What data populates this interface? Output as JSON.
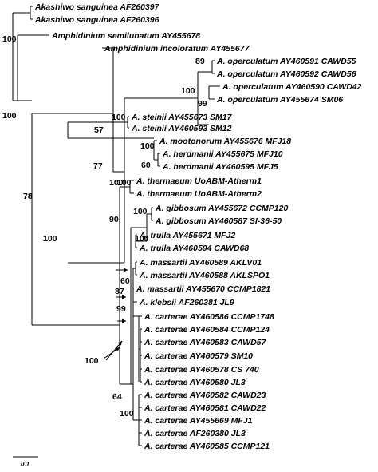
{
  "taxa": [
    "Akashiwo sanguinea AF260397",
    "Akashiwo sanguinea AF260396",
    "Amphidinium semilunatum AY455678",
    "Amphidinium incoloratum AY455677",
    "A. operculatum AY460591 CAWD55",
    "A. operculatum AY460592 CAWD56",
    "A. operculatum AY460590 CAWD42",
    "A. operculatum AY455674 SM06",
    "A. steinii AY455673 SM17",
    "A. steinii AY460593 SM12",
    "A. mootonorum AY455676 MFJ18",
    "A. herdmanii AY455675 MFJ10",
    "A. herdmanii AY460595 MFJ5",
    "A. thermaeum UoABM-Atherm1",
    "A. thermaeum UoABM-Atherm2",
    "A. gibbosum AY455672 CCMP120",
    "A. gibbosum AY460587 SI-36-50",
    "A. trulla AY455671 MFJ2",
    "A. trulla AY460594 CAWD68",
    "A. massartii AY460589 AKLV01",
    "A. massartii AY460588 AKLSPO1",
    "A. massartii AY455670 CCMP1821",
    "A. klebsii AF260381 JL9",
    "A. carterae AY460586 CCMP1748",
    "A. carterae AY460584 CCMP124",
    "A. carterae AY460583 CAWD57",
    "A. carterae AY460579 SM10",
    "A. carterae AY460578 CS 740",
    "A. carterae AY460580 JL3",
    "A. carterae AY460582 CAWD23",
    "A. carterae AY460581 CAWD22",
    "A. carterae AY455669 MFJ1",
    "A. carterae AF260380 JL3",
    "A. carterae AY460585 CCMP121"
  ],
  "bootstrap": [
    "100",
    "89",
    "100",
    "99",
    "57",
    "100",
    "77",
    "100",
    "60",
    "100",
    "100",
    "78",
    "100",
    "90",
    "100",
    "100",
    "100",
    "60",
    "87",
    "99",
    "100",
    "64",
    "100",
    "100"
  ],
  "scale_label": "0.1"
}
